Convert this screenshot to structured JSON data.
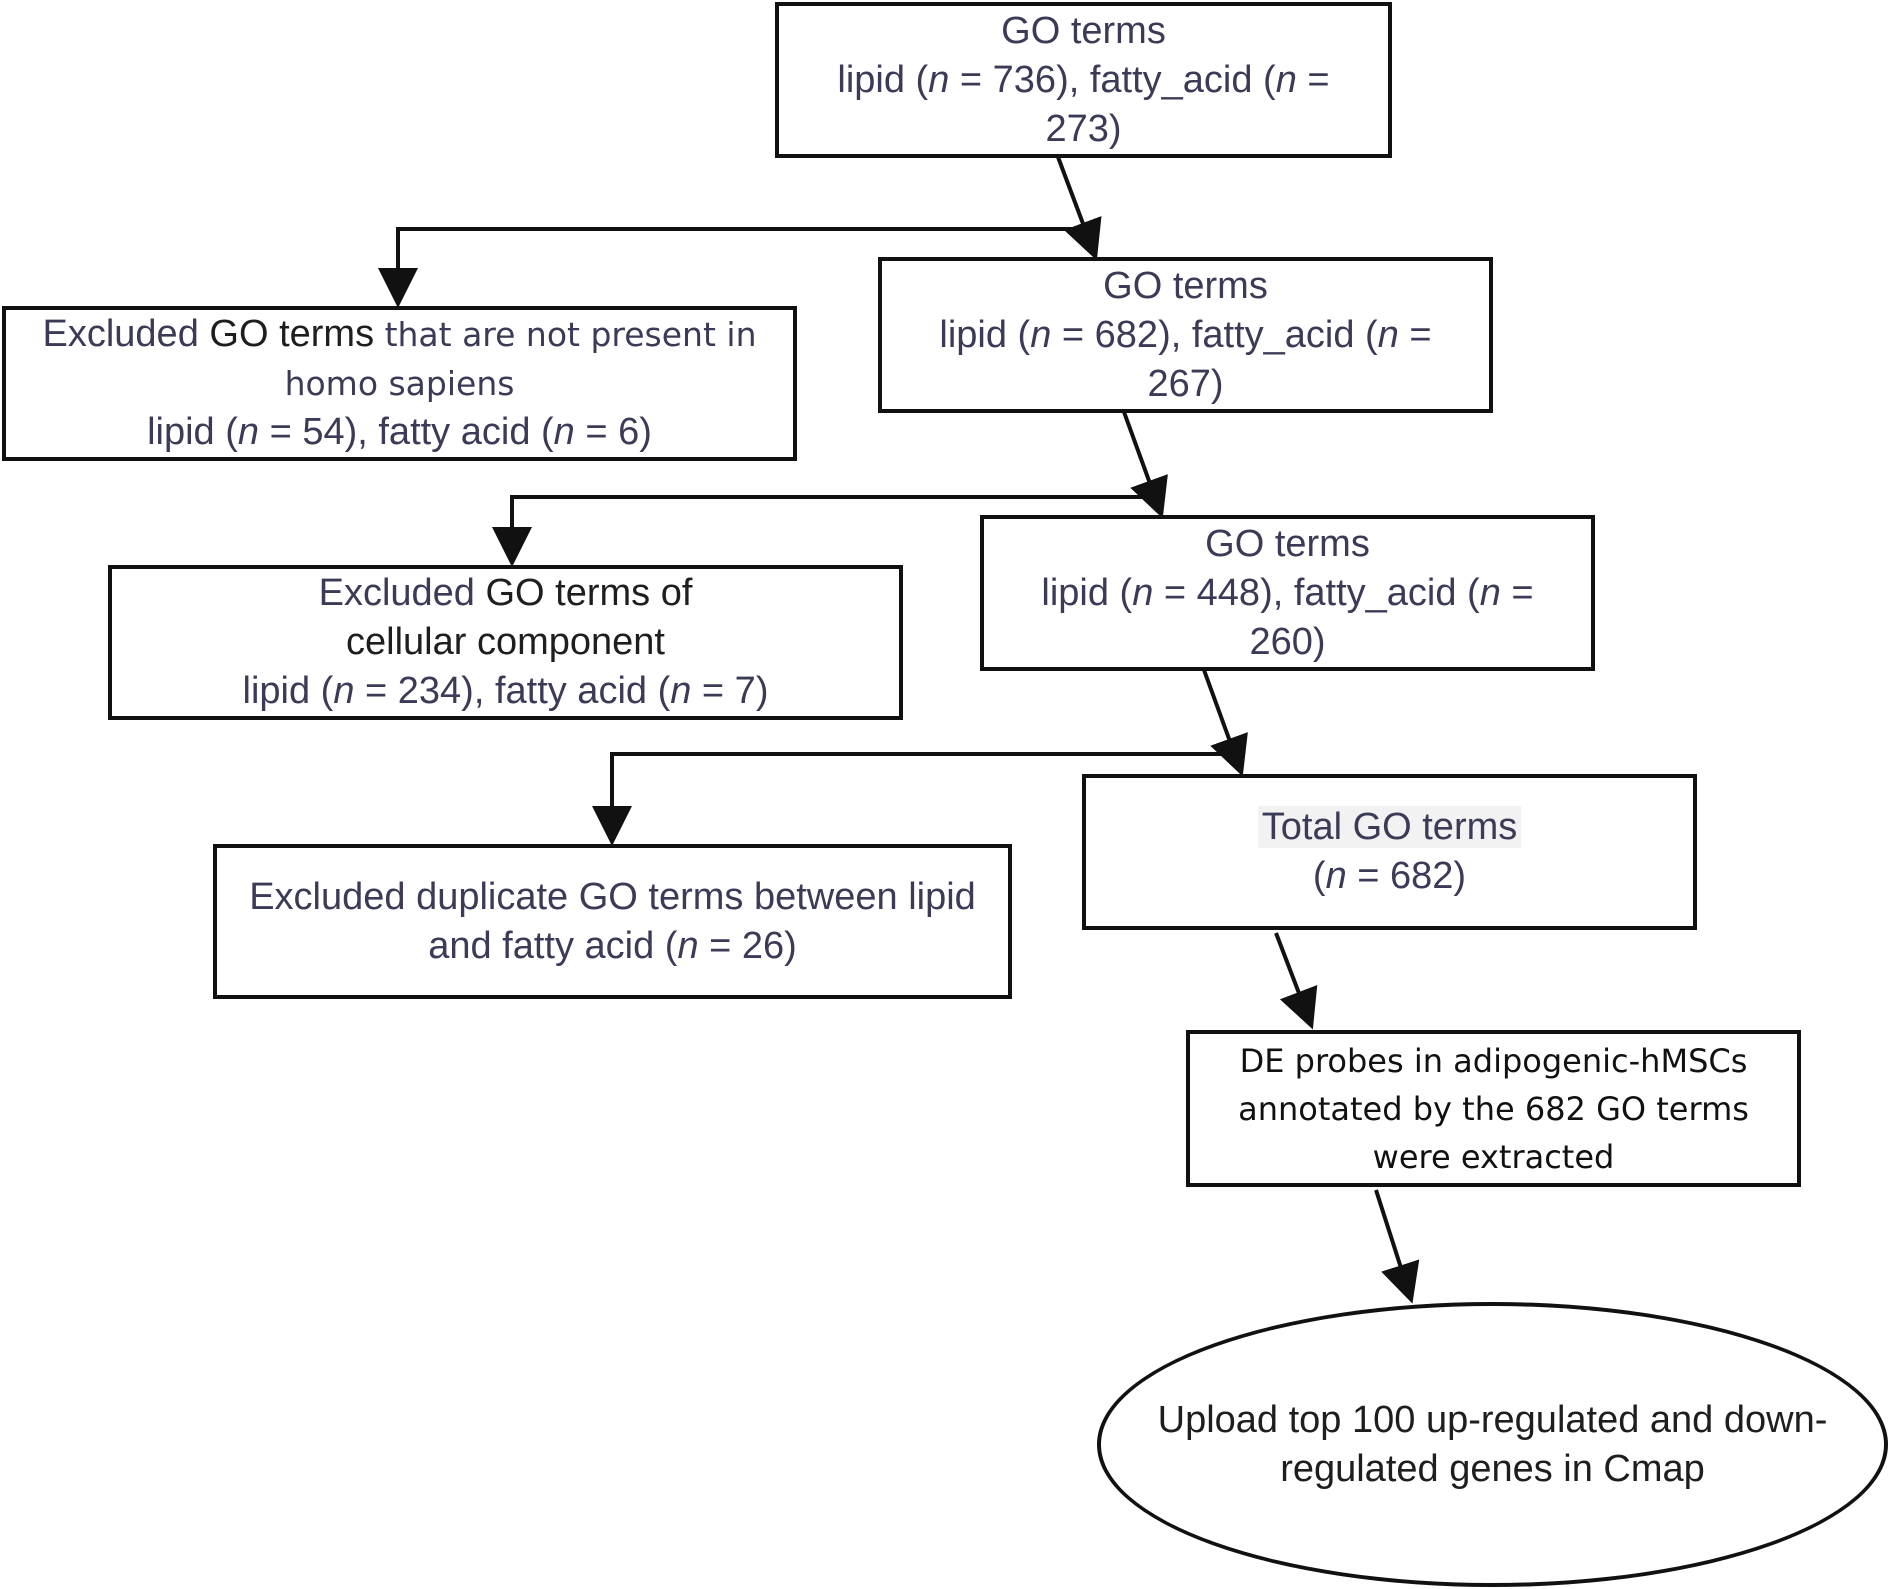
{
  "boxes": {
    "go1": {
      "title": "GO terms",
      "line1": "lipid (",
      "n": "n",
      "line1b": " = 736), fatty_acid (",
      "line1c": " =",
      "line2": "273)"
    },
    "excl1": {
      "head": "Excluded ",
      "head_dark": "GO terms",
      "head_tail": " that are not present in",
      "line2": "homo sapiens",
      "line3a": "lipid (",
      "line3b": " = 54), fatty acid (",
      "line3c": " = 6)"
    },
    "go2": {
      "title": "GO terms",
      "line1": "lipid (",
      "line1b": " = 682), fatty_acid (",
      "line1c": " =",
      "line2": "267)"
    },
    "excl2": {
      "head": "Excluded ",
      "head_dark": "GO terms of",
      "line2": "cellular component",
      "line3a": "lipid (",
      "line3b": " = 234), fatty acid (",
      "line3c": " = 7)"
    },
    "go3": {
      "title": "GO terms",
      "line1": "lipid (",
      "line1b": " = 448), fatty_acid (",
      "line1c": " =",
      "line2": "260)"
    },
    "excl3": {
      "line1": "Excluded duplicate GO terms between lipid",
      "line2a": "and fatty acid (",
      "line2b": " = 26)"
    },
    "total": {
      "title": "Total GO terms",
      "line1a": "(",
      "line1b": " = 682)"
    },
    "de": {
      "line1": "DE probes in adipogenic-hMSCs",
      "line2": "annotated by the 682 GO terms",
      "line3": "were extracted"
    },
    "upload": {
      "line1": "Upload top 100 up-regulated and down-",
      "line2": "regulated genes in Cmap"
    }
  },
  "colors": {
    "text": "#3b3b57",
    "dark_text": "#1e1e1e",
    "stroke": "#111111"
  }
}
